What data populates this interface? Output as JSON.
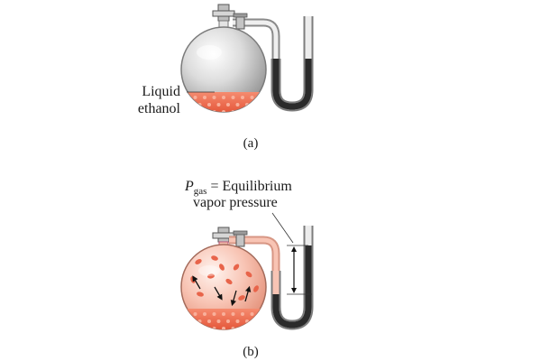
{
  "panel_a": {
    "caption": "(a)",
    "label_line1": "Liquid",
    "label_line2": "ethanol"
  },
  "panel_b": {
    "caption": "(b)",
    "p_symbol": "P",
    "p_subscript": "gas",
    "p_equation_rest": " = Equilibrium",
    "p_line2": "vapor pressure"
  },
  "colors": {
    "liquid": "#f06a4c",
    "liquid_light": "#f7a48f",
    "vapor_fill": "#f8c4b4",
    "glass": "#c8c8c8",
    "mercury": "#2b2b2b"
  }
}
